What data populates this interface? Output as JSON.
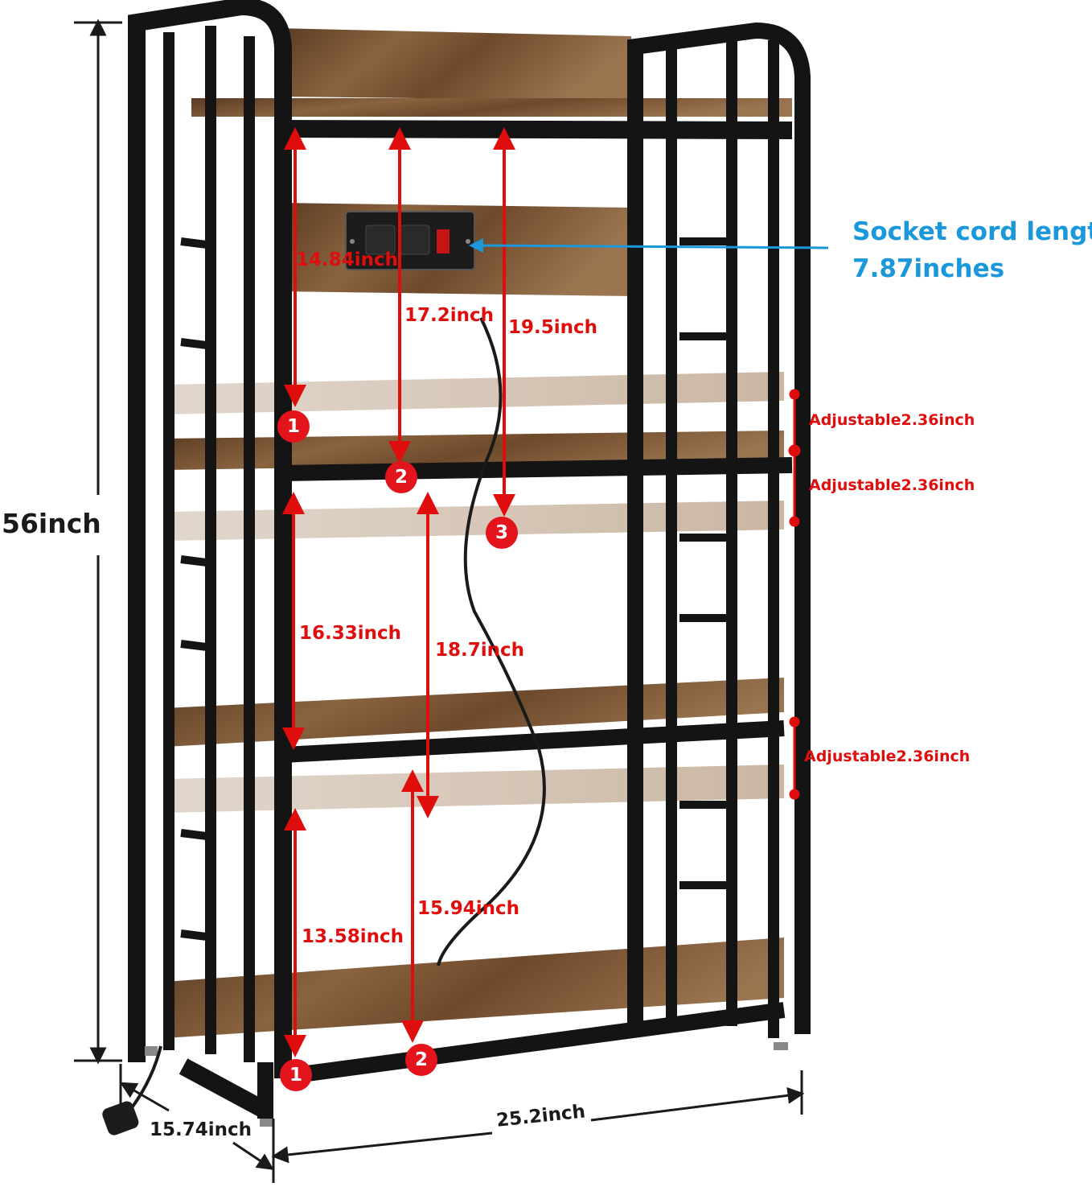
{
  "overall": {
    "height": "56inch",
    "width": "25.2inch",
    "depth": "15.74inch"
  },
  "dimensions": {
    "top_section": {
      "shelf_1": "14.84inch",
      "shelf_2": "17.2inch",
      "shelf_3": "19.5inch"
    },
    "middle_section": {
      "shelf_1": "16.33inch",
      "shelf_2": "18.7inch"
    },
    "bottom_section": {
      "shelf_1": "13.58inch",
      "shelf_2": "15.94inch"
    }
  },
  "adjustable": [
    "Adjustable2.36inch",
    "Adjustable2.36inch",
    "Adjustable2.36inch"
  ],
  "socket": {
    "title": "Socket cord length",
    "length": "7.87inches"
  },
  "badges": [
    "1",
    "2",
    "3",
    "1",
    "2"
  ],
  "colors": {
    "dimension_red": "#e00d0d",
    "badge_red": "#e3141b",
    "socket_blue": "#1a98db",
    "frame_black": "#141414"
  }
}
